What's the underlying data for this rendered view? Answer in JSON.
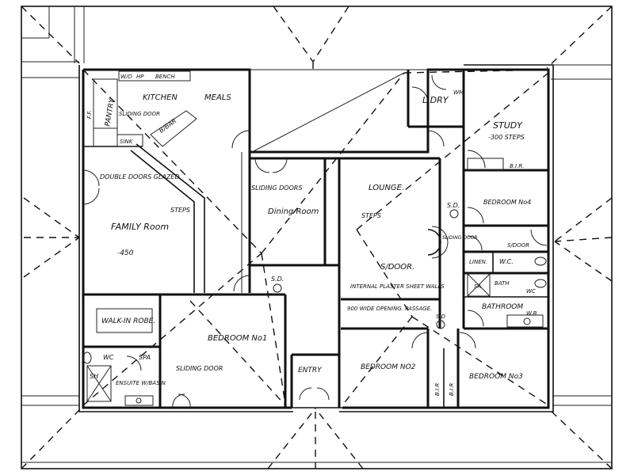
{
  "plan": {
    "rooms": {
      "kitchen": "KITCHEN",
      "meals": "MEALS",
      "pantry": "PANTRY",
      "wo": "W/O",
      "hp": "HP",
      "bench": "BENCH",
      "ff": "F.F.",
      "sliding_door_kitchen": "SLIDING DOOR",
      "sink": "SINK",
      "bbar": "B/BAR",
      "ldry": "L.DRY",
      "wm": "WM",
      "study": "STUDY",
      "study_note": "-300 STEPS",
      "bir_study": "B.I.R.",
      "bedroom4": "BEDROOM No4",
      "double_doors": "DOUBLE DOORS GLAZED",
      "family_room": "FAMILY Room",
      "family_level": "-450",
      "steps_family": "STEPS",
      "sliding_doors_dining": "SLIDING DOORS",
      "dining_room": "Dining Room",
      "lounge": "LOUNGE.",
      "steps_lounge": "STEPS",
      "sd_lounge": "S.D.",
      "sliding_door_lounge": "SLIDING DOOR",
      "s_door": "S/DOOR.",
      "internal_plaster": "INTERNAL PLASTER SHEET WALLS",
      "s_door_hall": "S/DOOR",
      "linen": "LINEN.",
      "wc_hall": "W.C.",
      "sa": "SA",
      "bath": "BATH",
      "wc_bath": "WC",
      "bathroom": "BATHROOM",
      "wb": "W.B",
      "sd_center": "S.D.",
      "opening": "900 WIDE OPENING. PASSAGE.",
      "sd_passage": "S.D",
      "walkin_robe": "WALK-IN ROBE.",
      "wc_ensuite": "WC",
      "spa": "SPA",
      "sh": "SH",
      "ensuite": "ENSUITE W/BASIN",
      "sliding_door_bed1": "SLIDING DOOR",
      "bedroom1": "BEDROOM No1",
      "entry": "ENTRY",
      "bedroom2": "BEDROOM NO2",
      "bir1": "B.I.R",
      "bir2": "B.I.R",
      "bedroom3": "BEDROOM No3"
    }
  }
}
